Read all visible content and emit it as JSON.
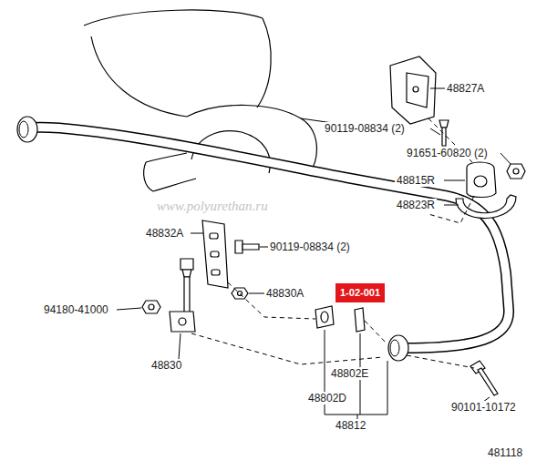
{
  "diagram": {
    "nodes": [
      {
        "text": [
          "1-02-001"
        ]
      }
    ],
    "labels": [
      "48827A",
      "90119-08834 (2)",
      "91651-60820 (2)",
      "48815R",
      "48823R",
      "www.polyurethan.ru",
      "48832A",
      "90119-08834 (2)",
      "48830A",
      "94180-41000",
      "48830",
      "48802E",
      "48802D",
      "48812",
      "90101-10172",
      "481118"
    ]
  }
}
